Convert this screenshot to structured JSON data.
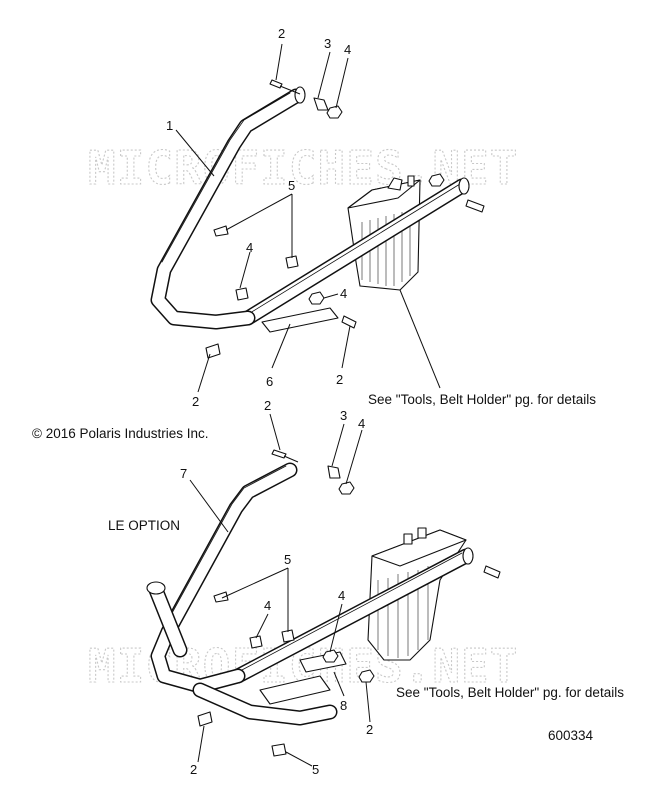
{
  "watermark": "MICROFICHES.NET",
  "copyright": "© 2016 Polaris Industries Inc.",
  "option_label": "LE OPTION",
  "tools_note": "See \"Tools, Belt Holder\" pg. for details",
  "figure_number": "600334",
  "top_callouts": [
    "2",
    "3",
    "4",
    "1",
    "5",
    "4",
    "4",
    "2",
    "6",
    "2"
  ],
  "bottom_callouts": [
    "2",
    "3",
    "4",
    "7",
    "5",
    "4",
    "4",
    "8",
    "2",
    "2",
    "5"
  ],
  "icons": [
    "tube-rail",
    "belt-holder",
    "bolt",
    "clip",
    "nut",
    "bracket"
  ]
}
